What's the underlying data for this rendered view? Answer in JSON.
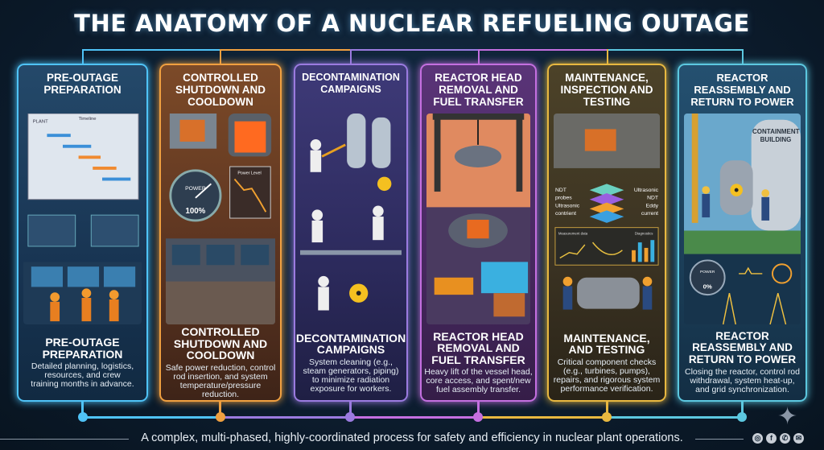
{
  "title": "THE ANATOMY OF A NUCLEAR REFUELING OUTAGE",
  "footer": "A complex, multi-phased, highly-coordinated process for safety and efficiency in nuclear plant operations.",
  "colors": {
    "background": "#0b1a2a",
    "phase1": "#4fc3f7",
    "phase2": "#f0a040",
    "phase3": "#9b7be0",
    "phase4": "#c46fe0",
    "phase5": "#e8b840",
    "phase6": "#5cc8e0"
  },
  "panels": [
    {
      "header": "Pre-Outage Preparation",
      "title": "PRE-OUTAGE PREPARATION",
      "description": "Detailed planning, logistics, resources, and crew training months in advance.",
      "labels": {
        "plant": "PLANT",
        "timeline": "Timeline"
      }
    },
    {
      "header": "Controlled Shutdown and Cooldown",
      "title": "CONTROLLED SHUTDOWN AND COOLDOWN",
      "description": "Safe power reduction, control rod insertion, and system temperature/pressure reduction.",
      "labels": {
        "power": "POWER",
        "power_value": "100%",
        "chart": "Power Level"
      }
    },
    {
      "header": "Decontamination Campaigns",
      "title": "DECONTAMINATION CAMPAIGNS",
      "description": "System cleaning (e.g., steam generators, piping) to minimize radiation exposure for workers."
    },
    {
      "header": "Reactor Head Removal and Fuel Transfer",
      "title": "REACTOR HEAD REMOVAL AND FUEL TRANSFER",
      "description": "Heavy lift of the vessel head, core access, and spent/new fuel assembly transfer."
    },
    {
      "header": "Maintenance, Inspection and Testing",
      "title": "MAINTENANCE, AND TESTING",
      "description": "Critical component checks (e.g., turbines, pumps), repairs, and rigorous system performance verification.",
      "labels": {
        "l1": "NDT",
        "l2": "probes",
        "l3": "Ultrasonic",
        "l4": "contrient",
        "r1": "Ultrasonic",
        "r2": "NDT",
        "r3": "Eddy",
        "r4": "current",
        "chart1": "Measurement data",
        "chart3": "Diagnostics"
      }
    },
    {
      "header": "Reactor Reassembly and Return to Power",
      "title": "REACTOR REASSEMBLY AND RETURN TO POWER",
      "description": "Closing the reactor, control rod withdrawal, system heat-up, and grid synchronization.",
      "labels": {
        "building": "CONTAINMENT BUILDING",
        "power": "POWER",
        "power_value": "0%"
      }
    }
  ],
  "social": [
    "instagram-icon",
    "facebook-icon",
    "whatsapp-icon",
    "email-icon"
  ]
}
